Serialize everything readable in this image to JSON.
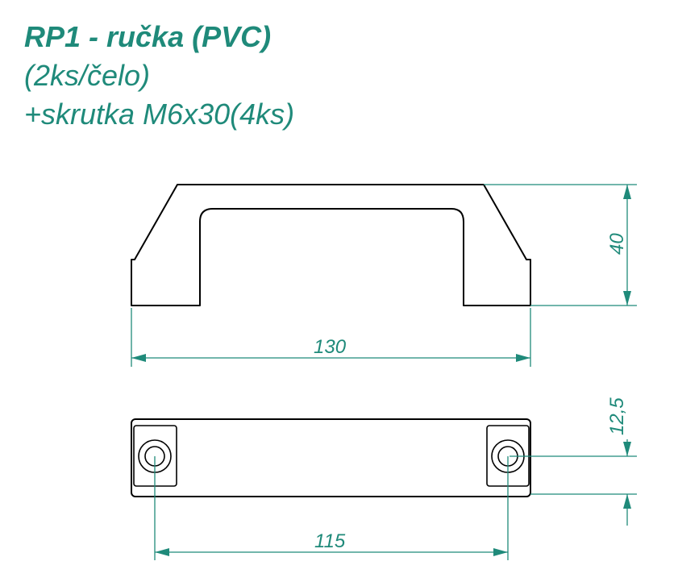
{
  "title": {
    "line1": "RP1 - ručka (PVC)",
    "line2": "(2ks/čelo)",
    "line3": "+skrutka M6x30(4ks)"
  },
  "dimensions": {
    "height": "40",
    "width": "130",
    "hole_offset": "12,5",
    "hole_spacing": "115"
  },
  "colors": {
    "annotation": "#1f8a7a",
    "outline": "#000000"
  }
}
